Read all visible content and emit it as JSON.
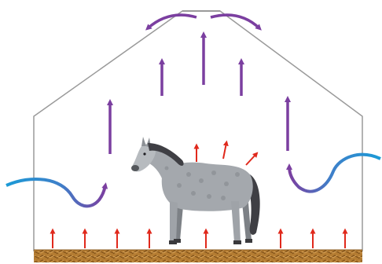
{
  "diagram": {
    "subject": "horse-icon",
    "colors": {
      "barn_outline": "#9a9a9a",
      "rising_air": "#7b3fa0",
      "heat": "#e0291c",
      "incoming_air": "#1b9ad6",
      "bedding": "#b07a2e",
      "horse_body": "#9fa3a8",
      "horse_dark": "#3f3f44"
    },
    "icons": [
      "barn-outline",
      "ridge-vent",
      "fresh-air-intake-arrow",
      "rising-air-arrow",
      "heat-arrow",
      "bedding-floor",
      "horse-icon"
    ]
  }
}
